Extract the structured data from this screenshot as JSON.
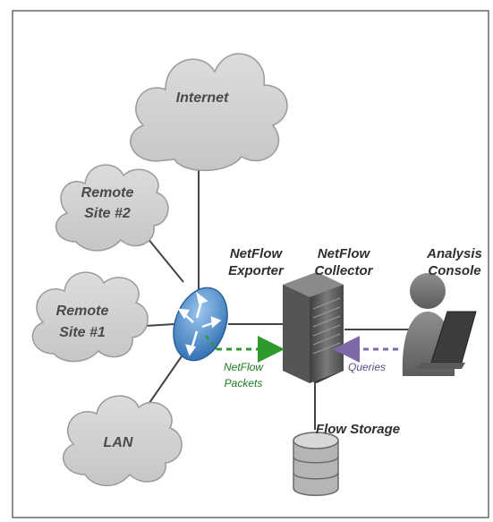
{
  "clouds": {
    "internet": "Internet",
    "remote_site_2": [
      "Remote",
      "Site #2"
    ],
    "remote_site_1": [
      "Remote",
      "Site #1"
    ],
    "lan": "LAN"
  },
  "nodes": {
    "exporter": [
      "NetFlow",
      "Exporter"
    ],
    "collector": [
      "NetFlow",
      "Collector"
    ],
    "console": [
      "Analysis",
      "Console"
    ],
    "storage": "Flow Storage"
  },
  "flows": {
    "packets": [
      "NetFlow",
      "Packets"
    ],
    "queries": "Queries"
  },
  "colors": {
    "cloud_fill": "#d3d3d3",
    "cloud_stroke": "#9a9a9a",
    "link": "#444444",
    "router": "#4a86c8",
    "server": "#5a5a5a",
    "green_arrow": "#2e9a2e",
    "purple_arrow": "#7d68a8"
  }
}
